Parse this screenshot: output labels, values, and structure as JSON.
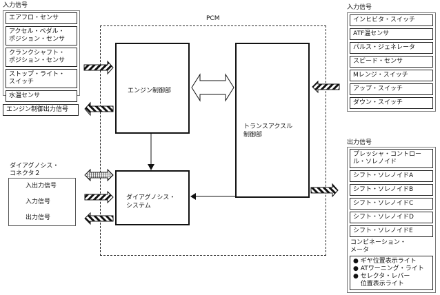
{
  "left_inputs": {
    "title": "入力信号",
    "items": [
      "エアフロ・センサ",
      "アクセル・ペダル・\nポジション・センサ",
      "クランクシャフト・\nポジション・センサ",
      "ストップ・ライト・\nスイッチ",
      "水温センサ"
    ]
  },
  "engine_output_signal": "エンジン制御出力信号",
  "diag_connector": {
    "title": "ダイアグノシス・\nコネクタ２",
    "rows": [
      "入出力信号",
      "入力信号",
      "出力信号"
    ]
  },
  "pcm": {
    "label": "PCM",
    "engine_block": "エンジン制御部",
    "trans_block": "トランスアクスル\n制御部",
    "diag_block": "ダイアグノシス・\nシステム"
  },
  "right_inputs": {
    "title": "入力信号",
    "items": [
      "インヒビタ・スイッチ",
      "ATF温センサ",
      "パルス・ジェネレータ",
      "スピード・センサ",
      "Mレンジ・スイッチ",
      "アップ・スイッチ",
      "ダウン・スイッチ"
    ]
  },
  "right_outputs": {
    "title": "出力信号",
    "items": [
      "プレッシャ・コントロー\nル・ソレノイド",
      "シフト・ソレノイドA",
      "シフト・ソレノイドB",
      "シフト・ソレノイドC",
      "シフト・ソレノイドD",
      "シフト・ソレノイドE"
    ],
    "combo_title": "コンビネーション・\nメータ",
    "combo_items": [
      "ギヤ位置表示ライト",
      "ATワーニング・ライト",
      "セレクタ・レバー\n位置表示ライト"
    ],
    "bullet": "●"
  }
}
